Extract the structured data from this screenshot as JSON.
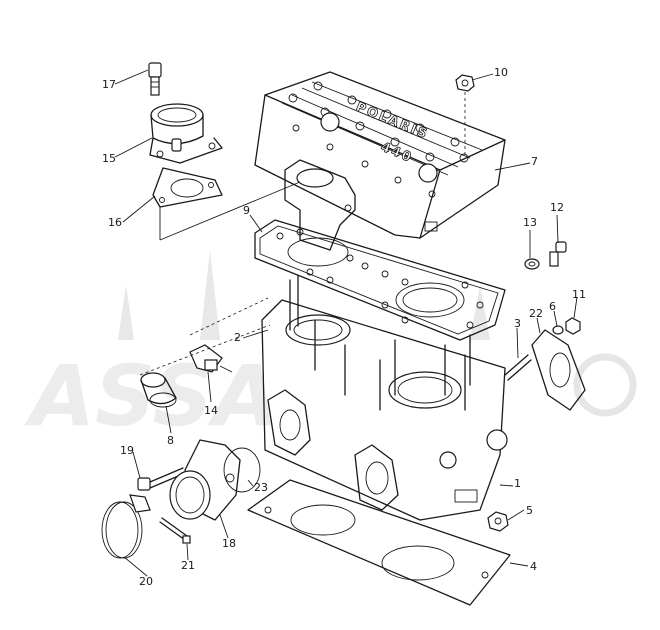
{
  "diagram": {
    "callouts": [
      {
        "id": "17",
        "label": "17"
      },
      {
        "id": "10",
        "label": "10"
      },
      {
        "id": "15",
        "label": "15"
      },
      {
        "id": "7",
        "label": "7"
      },
      {
        "id": "16",
        "label": "16"
      },
      {
        "id": "9",
        "label": "9"
      },
      {
        "id": "13",
        "label": "13"
      },
      {
        "id": "12",
        "label": "12"
      },
      {
        "id": "11",
        "label": "11"
      },
      {
        "id": "6",
        "label": "6"
      },
      {
        "id": "22",
        "label": "22"
      },
      {
        "id": "3",
        "label": "3"
      },
      {
        "id": "2",
        "label": "2"
      },
      {
        "id": "14",
        "label": "14"
      },
      {
        "id": "8",
        "label": "8"
      },
      {
        "id": "19",
        "label": "19"
      },
      {
        "id": "23",
        "label": "23"
      },
      {
        "id": "1",
        "label": "1"
      },
      {
        "id": "5",
        "label": "5"
      },
      {
        "id": "18",
        "label": "18"
      },
      {
        "id": "21",
        "label": "21"
      },
      {
        "id": "20",
        "label": "20"
      },
      {
        "id": "4",
        "label": "4"
      }
    ],
    "head_cover_emboss": {
      "brand": "POLARIS",
      "model": "440"
    },
    "watermark": "ASSA"
  }
}
